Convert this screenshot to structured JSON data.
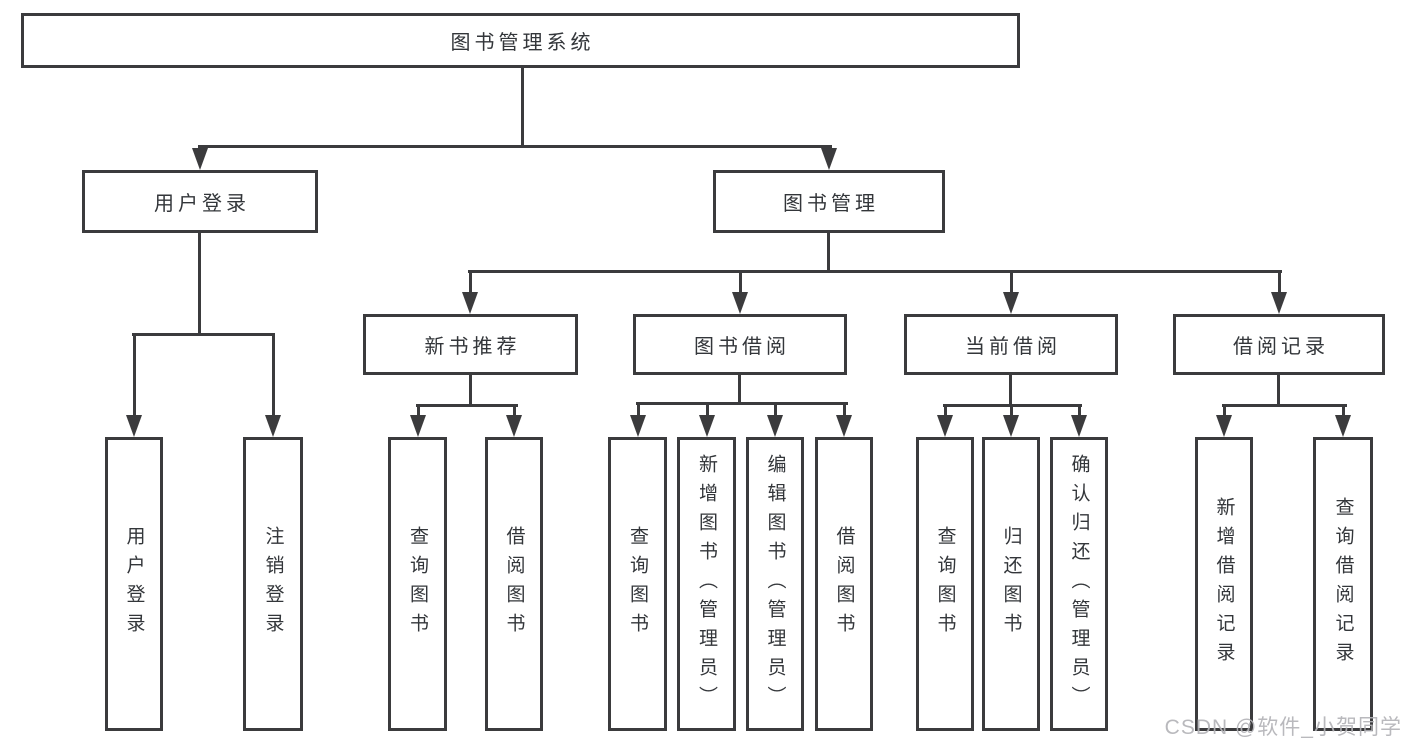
{
  "diagram": {
    "root": {
      "label": "图书管理系统"
    },
    "branches": [
      {
        "label": "用户登录",
        "children": [
          {
            "label": "用户登录"
          },
          {
            "label": "注销登录"
          }
        ]
      },
      {
        "label": "图书管理",
        "modules": [
          {
            "label": "新书推荐",
            "children": [
              {
                "label": "查询图书"
              },
              {
                "label": "借阅图书"
              }
            ]
          },
          {
            "label": "图书借阅",
            "children": [
              {
                "label": "查询图书"
              },
              {
                "label": "新增图书（管理员）"
              },
              {
                "label": "编辑图书（管理员）"
              },
              {
                "label": "借阅图书"
              }
            ]
          },
          {
            "label": "当前借阅",
            "children": [
              {
                "label": "查询图书"
              },
              {
                "label": "归还图书"
              },
              {
                "label": "确认归还（管理员）"
              }
            ]
          },
          {
            "label": "借阅记录",
            "children": [
              {
                "label": "新增借阅记录"
              },
              {
                "label": "查询借阅记录"
              }
            ]
          }
        ]
      }
    ],
    "watermark": "CSDN @软件_小贺同学"
  },
  "colors": {
    "line": "#3b3b3d",
    "text": "#33363a",
    "watermark": "#b4b4b8",
    "bg": "#ffffff"
  }
}
